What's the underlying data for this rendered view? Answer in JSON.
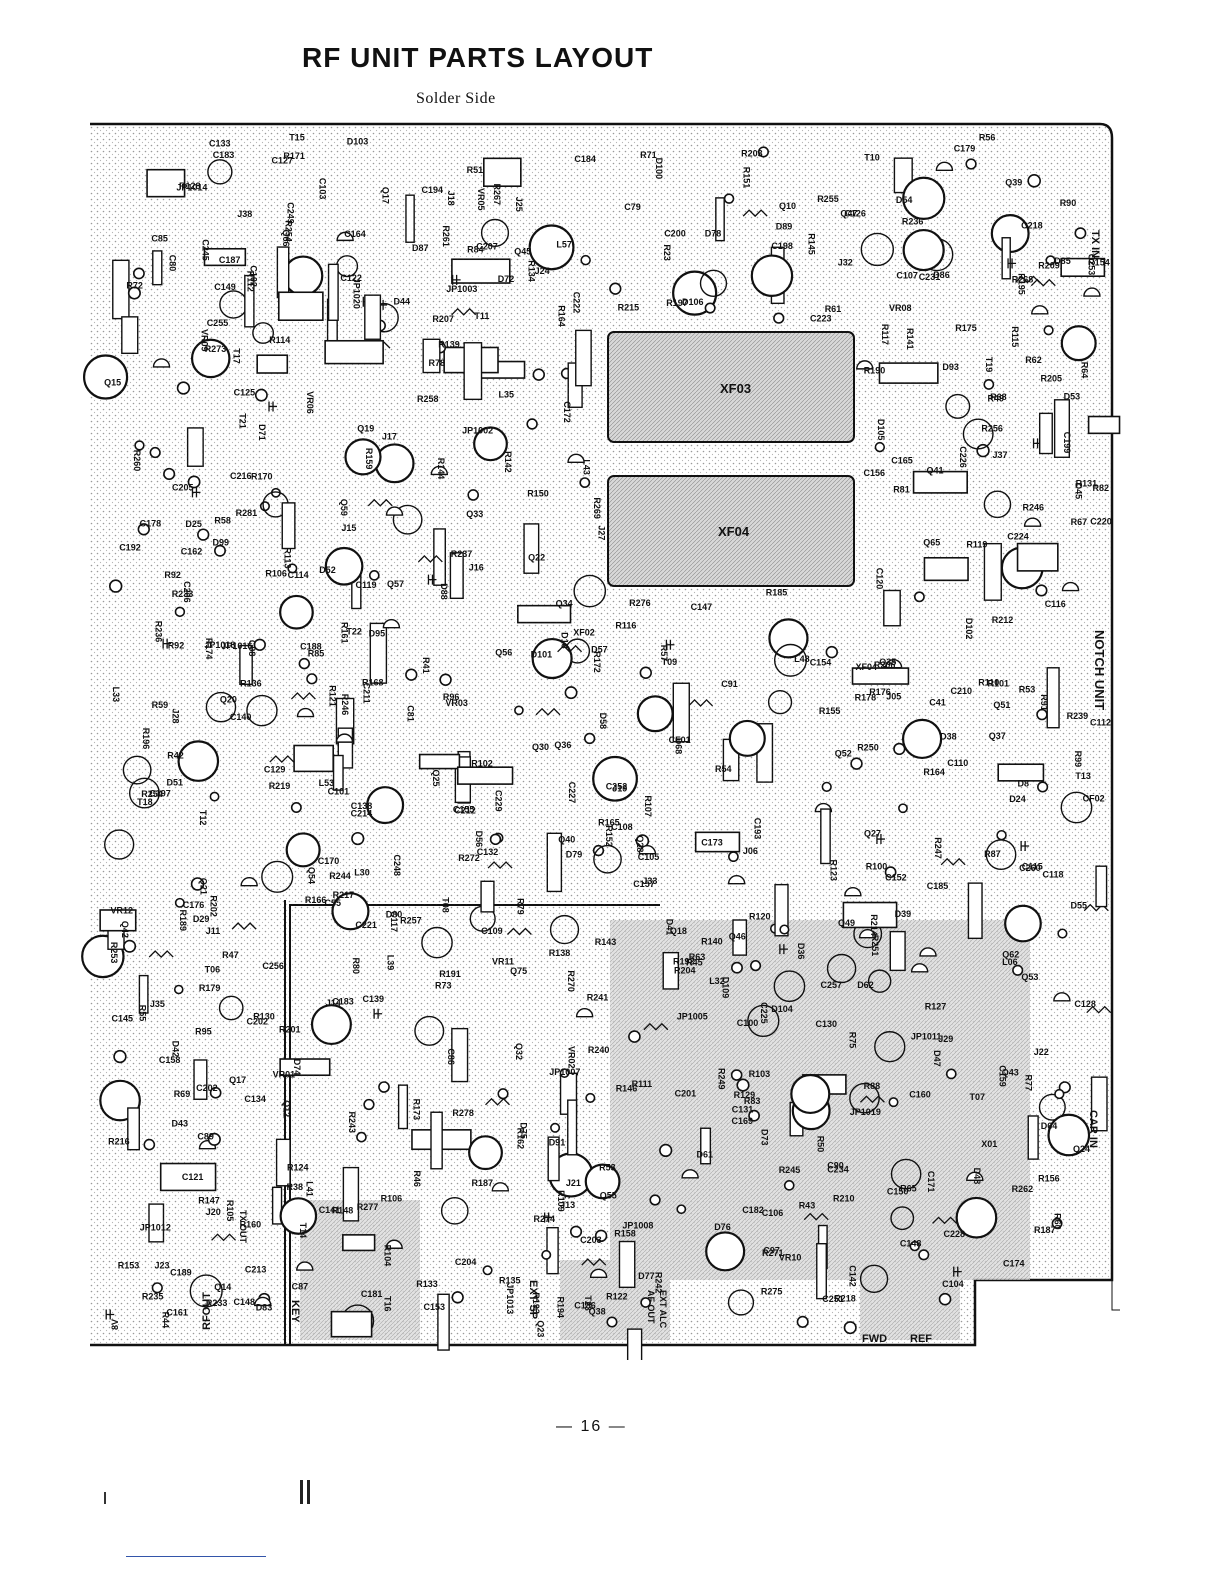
{
  "page": {
    "title": "RF UNIT PARTS LAYOUT",
    "subtitle": "Solder Side",
    "page_number": "— 16 —"
  },
  "board": {
    "filters": [
      "XF03",
      "XF04"
    ],
    "side_labels": {
      "notch_unit": "NOTCH UNIT",
      "tx_in": "TX IN",
      "car_in": "CAR IN"
    },
    "connector_labels": {
      "rfout": "RFOUT",
      "key": "KEY",
      "ext_sp": "EXT SP",
      "ext_alc": "EXT ALC",
      "af_out": "AF OUT",
      "fwd": "FWD",
      "ref": "REF",
      "tx_out": "TX OUT",
      "eight_v": "8V"
    },
    "component_labels": [
      "T08",
      "T07",
      "Q10",
      "Q12",
      "J05",
      "R53",
      "Q15",
      "J24",
      "J06",
      "C85",
      "R44",
      "R179",
      "R192",
      "C224",
      "C79",
      "Q41",
      "T22",
      "R38",
      "C80",
      "C81",
      "R41",
      "R276",
      "C86",
      "C87",
      "XF02",
      "R54",
      "R55",
      "C98",
      "R51",
      "Q14",
      "D39",
      "D38",
      "C97",
      "R269",
      "J23",
      "Q39",
      "Q38",
      "VR06",
      "C222",
      "C223",
      "R191",
      "R190",
      "J25",
      "D36",
      "R196",
      "C228",
      "C227",
      "C226",
      "R195",
      "R42",
      "R43",
      "C221",
      "T21",
      "T10",
      "T09",
      "R187",
      "R46",
      "T06",
      "R50",
      "R45",
      "R47",
      "C89",
      "C90",
      "R49",
      "C220",
      "Q40",
      "L48",
      "C216",
      "R219",
      "R217",
      "R218",
      "R233",
      "Q47",
      "R189",
      "R215",
      "T23",
      "C229",
      "Q53",
      "VR10",
      "Q43",
      "Q42",
      "R193",
      "R197",
      "R247",
      "C225",
      "R194",
      "C100",
      "C91",
      "R164",
      "R185",
      "R57",
      "C218",
      "R201",
      "C234",
      "R216",
      "Q45",
      "VR05",
      "D87",
      "Q46",
      "C253",
      "D89",
      "R209",
      "Q54",
      "R56",
      "VR11",
      "C102",
      "D41",
      "D42",
      "D43",
      "D45",
      "C101",
      "C103",
      "T11",
      "R58",
      "C104",
      "C112",
      "R67",
      "L41",
      "T12",
      "R69",
      "R71",
      "C115",
      "R203",
      "R202",
      "R210",
      "R205",
      "D83",
      "R214",
      "R244",
      "R246",
      "D44",
      "Q52",
      "R245",
      "C105",
      "R61",
      "C106",
      "XF04",
      "R72",
      "R68",
      "VR08",
      "R281",
      "R207",
      "R236",
      "R239",
      "R243",
      "R59",
      "C150",
      "R101",
      "R100",
      "D47",
      "D53",
      "D52",
      "C114",
      "C117",
      "C118",
      "R204",
      "R212",
      "R206",
      "C231",
      "D91",
      "JP1014",
      "C149",
      "R99",
      "Q21",
      "D48",
      "Q49",
      "JP1018",
      "D56",
      "T13",
      "R73",
      "C110",
      "C116",
      "J35",
      "R242",
      "Q51",
      "R241",
      "J32",
      "R128",
      "C174",
      "R127",
      "CF02",
      "C252",
      "C107",
      "L39",
      "C109",
      "D58",
      "D51",
      "L43",
      "Q66",
      "J38",
      "R23",
      "D54",
      "C119",
      "VR03",
      "R240",
      "J11",
      "C173",
      "JP1013",
      "R62",
      "R63",
      "R65",
      "R64",
      "D100",
      "R77",
      "JP1008",
      "JP1019",
      "JP1012",
      "C152",
      "Q22",
      "R102",
      "T18",
      "C171",
      "R124",
      "R122",
      "C170",
      "R121",
      "C169",
      "R123",
      "D103",
      "D105",
      "D62",
      "D61",
      "R145",
      "R146",
      "D101",
      "D102",
      "JP1020",
      "CF01",
      "C125",
      "C129",
      "C121",
      "R257",
      "Q59",
      "R258",
      "D64",
      "R107",
      "R111",
      "C153",
      "Q25",
      "Q24",
      "X01",
      "R148",
      "R142",
      "Q65",
      "D24",
      "D25",
      "C126",
      "R78",
      "C122",
      "J37",
      "R255",
      "R105",
      "D99",
      "C161",
      "R109",
      "C154",
      "C164",
      "C172",
      "C165",
      "R120",
      "JP1007",
      "D78",
      "D77",
      "D73",
      "D72",
      "D71",
      "R272",
      "R79",
      "R75",
      "C120",
      "R262",
      "JP1005",
      "R113",
      "R112",
      "R110",
      "C160",
      "C155",
      "R115",
      "R103",
      "R104",
      "VR02",
      "D109",
      "R114",
      "C108",
      "C162",
      "R106",
      "C157",
      "C181",
      "R119",
      "R117",
      "D75",
      "D74",
      "R116",
      "R141",
      "D57",
      "D55",
      "C127",
      "D18",
      "C211",
      "Q23",
      "C158",
      "C156",
      "C183",
      "R155",
      "R154",
      "R153",
      "C188",
      "C139",
      "C141",
      "T14",
      "R60",
      "L33",
      "L32",
      "R254",
      "C213",
      "C159",
      "Q37",
      "T17",
      "Q33",
      "C192",
      "R143",
      "J14",
      "D76",
      "D29",
      "R92",
      "R91",
      "R106",
      "C140",
      "Q19",
      "R90",
      "Q17",
      "C130",
      "C142",
      "R83",
      "JP1011",
      "C55",
      "R164",
      "R165",
      "D80",
      "D79",
      "R151",
      "J15",
      "R271",
      "R144",
      "D104",
      "R95",
      "C145",
      "D86",
      "R82",
      "L06",
      "C128",
      "C131",
      "Q57",
      "R278",
      "C214",
      "R267",
      "R166",
      "C202",
      "C203",
      "Q35",
      "Q32",
      "R81",
      "R96",
      "R270",
      "C147",
      "C148",
      "R53",
      "Q20",
      "L35",
      "R250",
      "R249",
      "Q56",
      "Q55",
      "C212",
      "R187",
      "C199",
      "C200",
      "C201",
      "R162",
      "R152",
      "R168",
      "R147",
      "R150",
      "C198",
      "R80",
      "D68",
      "C189",
      "R136",
      "R85",
      "T15",
      "C138",
      "VR01",
      "R84",
      "R277",
      "L30",
      "R251",
      "R246",
      "R92",
      "R275",
      "Q36",
      "C210",
      "J17",
      "R170",
      "R156",
      "C193",
      "D88",
      "Q75",
      "T16",
      "C132",
      "C133",
      "R87",
      "C134",
      "Q17",
      "C257",
      "R256",
      "C249",
      "R254",
      "R175",
      "C205",
      "C206",
      "R173",
      "R171",
      "R174",
      "R172",
      "R176",
      "C204",
      "C207",
      "C245",
      "C194",
      "Q34",
      "D8",
      "R160",
      "R158",
      "C186",
      "Q30",
      "C148",
      "VR12",
      "L57",
      "Q18",
      "R88",
      "J13",
      "R233",
      "R253",
      "L53",
      "R235",
      "R236",
      "C260",
      "D93",
      "R274",
      "R273",
      "D95",
      "J18",
      "R178",
      "R268",
      "R161",
      "C202",
      "C197",
      "JP1002",
      "C182",
      "R135",
      "R134",
      "R130",
      "R131",
      "R139",
      "R129",
      "C248",
      "C251",
      "R237",
      "D106",
      "J29",
      "J33",
      "C255",
      "J22",
      "J21",
      "J20",
      "R159",
      "J16",
      "C185",
      "J28",
      "J27",
      "Q28",
      "R140",
      "C183",
      "C184",
      "C187",
      "R138",
      "T19",
      "C179",
      "Q27",
      "C178",
      "C176",
      "R133",
      "C256",
      "R260",
      "R261",
      "J19",
      "D85",
      "VR09",
      "JP1003",
      "JP1016",
      "C41",
      "Q62"
    ]
  }
}
